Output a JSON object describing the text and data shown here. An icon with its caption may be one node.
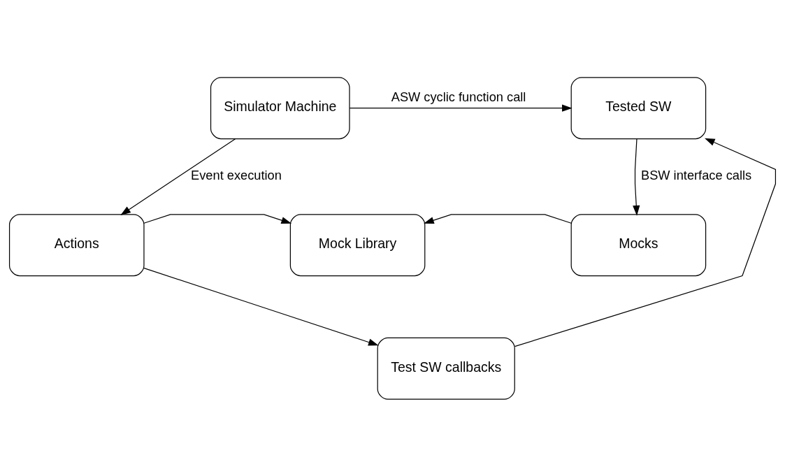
{
  "diagram": {
    "nodes": [
      {
        "text": [
          "Simulator Machine"
        ]
      },
      {
        "text": [
          "Tested SW"
        ]
      },
      {
        "text": [
          "Test SW callbacks"
        ]
      },
      {
        "text": [
          "Actions"
        ]
      },
      {
        "text": [
          "Mock Library"
        ]
      },
      {
        "text": [
          "Mocks"
        ]
      }
    ],
    "edges": [
      {
        "from": 0,
        "to": 1,
        "arrow": "to",
        "label": "ASW cyclic function call"
      },
      {
        "from": 0,
        "to": 3,
        "arrow": "to",
        "label": "Event execution"
      },
      {
        "from": 1,
        "to": 5,
        "arrow": "to",
        "label": "BSW interface calls"
      },
      {
        "from": 3,
        "to": 2,
        "arrow": "to"
      },
      {
        "from": 3,
        "to": 4,
        "arrow": "to"
      },
      {
        "from": 2,
        "to": 1,
        "arrow": "to"
      },
      {
        "from": 5,
        "to": 4,
        "arrow": "to"
      }
    ]
  }
}
